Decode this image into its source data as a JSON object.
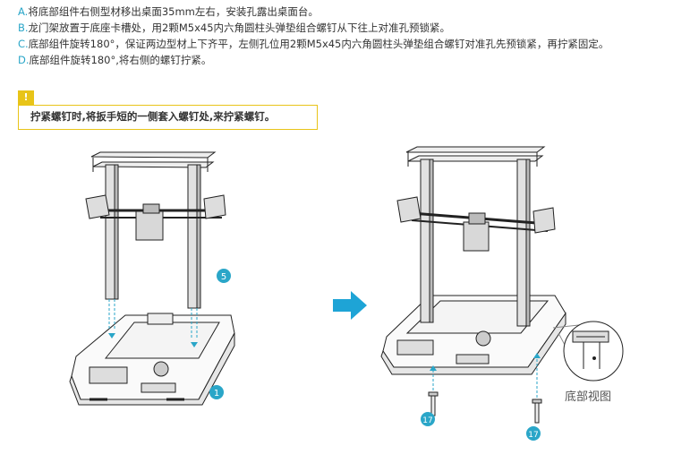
{
  "steps": [
    {
      "letter": "A.",
      "text": "将底部组件右侧型材移出桌面35mm左右，安装孔露出桌面台。"
    },
    {
      "letter": "B.",
      "text": "龙门架放置于底座卡槽处，用2颗M5x45内六角圆柱头弹垫组合螺钉从下往上对准孔预锁紧。"
    },
    {
      "letter": "C.",
      "text": "底部组件旋转180°，保证两边型材上下齐平，左侧孔位用2颗M5x45内六角圆柱头弹垫组合螺钉对准孔先预锁紧，再拧紧固定。"
    },
    {
      "letter": "D.",
      "text": "底部组件旋转180°,将右侧的螺钉拧紧。"
    }
  ],
  "warning": {
    "icon": "warning-triangle-icon",
    "symbol": "!",
    "text": "拧紧螺钉时,将扳手短的一侧套入螺钉处,来拧紧螺钉。"
  },
  "callouts": {
    "gantry": "5",
    "base": "1",
    "screw_left": "17",
    "screw_right": "17"
  },
  "caption": "底部视图",
  "colors": {
    "accent": "#2aa6c8",
    "warning": "#e8c418",
    "arrow": "#1ea4d6",
    "line": "#222222"
  }
}
